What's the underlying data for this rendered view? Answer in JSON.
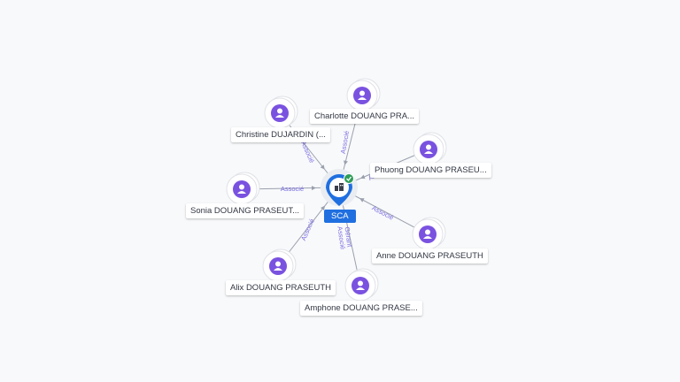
{
  "colors": {
    "person_icon": "#7a52e0",
    "center": "#1f6fe0",
    "edge": "#9aa0ad",
    "edge_label": "#7b6ee0",
    "check": "#2e9d57"
  },
  "center": {
    "label": "SCA",
    "icon": "company-icon",
    "badge_icon": "check-icon"
  },
  "nodes": [
    {
      "id": "n1",
      "label": "Charlotte DOUANG PRA...",
      "icon": "person-icon"
    },
    {
      "id": "n2",
      "label": "Christine DUJARDIN (...",
      "icon": "person-icon"
    },
    {
      "id": "n3",
      "label": "Phuong DOUANG PRASEU...",
      "icon": "person-icon"
    },
    {
      "id": "n4",
      "label": "Sonia DOUANG PRASEUT...",
      "icon": "person-icon"
    },
    {
      "id": "n5",
      "label": "Anne DOUANG PRASEUTH",
      "icon": "person-icon"
    },
    {
      "id": "n6",
      "label": "Alix DOUANG PRASEUTH",
      "icon": "person-icon"
    },
    {
      "id": "n7",
      "label": "Amphone DOUANG PRASE...",
      "icon": "person-icon"
    }
  ],
  "edges": [
    {
      "to": "n1",
      "label": "Associé"
    },
    {
      "to": "n2",
      "label": "Associé"
    },
    {
      "to": "n3",
      "label": "Associé"
    },
    {
      "to": "n4",
      "label": "Associé"
    },
    {
      "to": "n5",
      "label": "Associé"
    },
    {
      "to": "n6",
      "label": "Associé"
    },
    {
      "to": "n7",
      "label": "Gérant",
      "label2": "Associé"
    }
  ]
}
